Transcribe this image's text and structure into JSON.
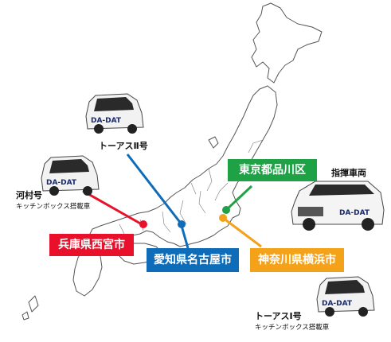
{
  "locations": {
    "shinagawa": {
      "label": "東京都品川区",
      "color": "#1fa245"
    },
    "nishinomiya": {
      "label": "兵庫県西宮市",
      "color": "#e8102a"
    },
    "nagoya": {
      "label": "愛知県名古屋市",
      "color": "#0f6cb8"
    },
    "yokohama": {
      "label": "神奈川県横浜市",
      "color": "#f4a21a"
    }
  },
  "vehicles": {
    "toas2": {
      "name": "トーアスⅡ号",
      "brand": "DA-DAT"
    },
    "kawamura": {
      "name": "河村号",
      "sub": "キッチンボックス搭載車",
      "brand": "DA-DAT"
    },
    "command": {
      "name": "指揮車両",
      "brand": "DA-DAT"
    },
    "toas1": {
      "name": "トーアスⅠ号",
      "sub": "キッチンボックス搭載車",
      "brand": "DA-DAT"
    }
  },
  "colors": {
    "map_stroke": "#555555",
    "map_fill": "#ffffff"
  }
}
